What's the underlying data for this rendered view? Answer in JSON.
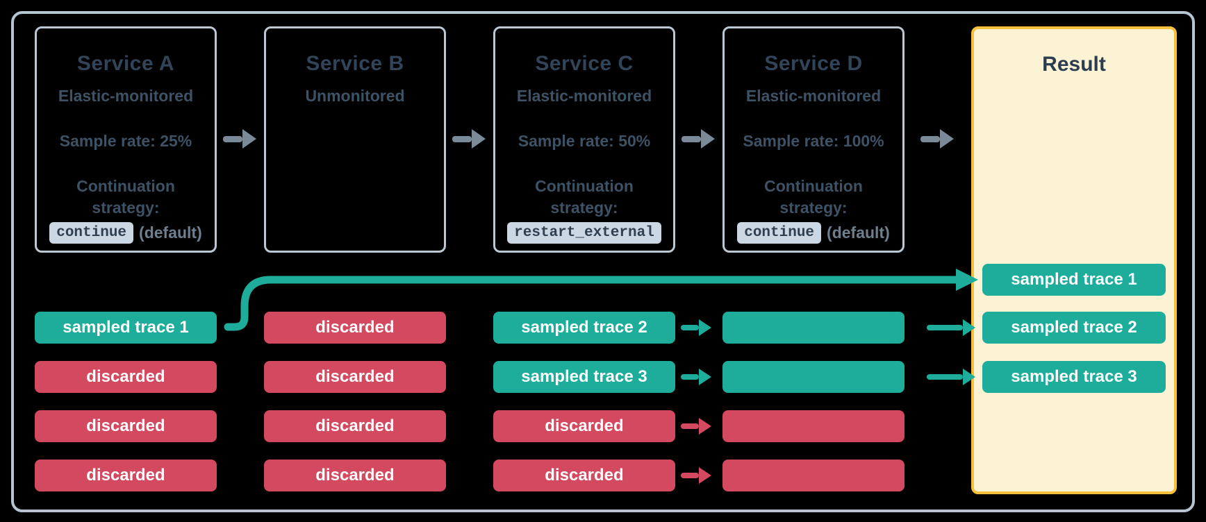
{
  "services": [
    {
      "title": "Service A",
      "monitoring": "Elastic-monitored",
      "sample_rate": "Sample rate: 25%",
      "continuation_line1": "Continuation",
      "continuation_line2": "strategy:",
      "strategy_code": "continue",
      "strategy_suffix": "(default)"
    },
    {
      "title": "Service B",
      "monitoring": "Unmonitored"
    },
    {
      "title": "Service C",
      "monitoring": "Elastic-monitored",
      "sample_rate": "Sample rate: 50%",
      "continuation_line1": "Continuation",
      "continuation_line2": "strategy:",
      "strategy_code": "restart_external",
      "strategy_suffix": ""
    },
    {
      "title": "Service D",
      "monitoring": "Elastic-monitored",
      "sample_rate": "Sample rate: 100%",
      "continuation_line1": "Continuation",
      "continuation_line2": "strategy:",
      "strategy_code": "continue",
      "strategy_suffix": "(default)"
    }
  ],
  "rows": {
    "service_a": [
      {
        "label": "sampled trace 1",
        "type": "sampled"
      },
      {
        "label": "discarded",
        "type": "discarded"
      },
      {
        "label": "discarded",
        "type": "discarded"
      },
      {
        "label": "discarded",
        "type": "discarded"
      }
    ],
    "service_b": [
      {
        "label": "discarded",
        "type": "discarded"
      },
      {
        "label": "discarded",
        "type": "discarded"
      },
      {
        "label": "discarded",
        "type": "discarded"
      },
      {
        "label": "discarded",
        "type": "discarded"
      }
    ],
    "service_c": [
      {
        "label": "sampled trace 2",
        "type": "sampled"
      },
      {
        "label": "sampled trace 3",
        "type": "sampled"
      },
      {
        "label": "discarded",
        "type": "discarded"
      },
      {
        "label": "discarded",
        "type": "discarded"
      }
    ],
    "service_d": [
      {
        "label": "",
        "type": "sampled"
      },
      {
        "label": "",
        "type": "sampled"
      },
      {
        "label": "",
        "type": "discarded"
      },
      {
        "label": "",
        "type": "discarded"
      }
    ]
  },
  "result": {
    "title": "Result",
    "pills": [
      "sampled trace 1",
      "sampled trace 2",
      "sampled trace 3"
    ]
  },
  "colors": {
    "sampled_teal": "#1FAD9B",
    "discarded_red": "#D3495F",
    "result_bg": "#FCF2D4",
    "result_border": "#F5C13D",
    "card_border": "#BCC9D5",
    "outer_border": "#B7C4D1",
    "flow_arrow_gray": "#7B8A99",
    "title_text": "#324457",
    "body_text": "#3E5265",
    "badge_bg": "#CBD7E2"
  }
}
